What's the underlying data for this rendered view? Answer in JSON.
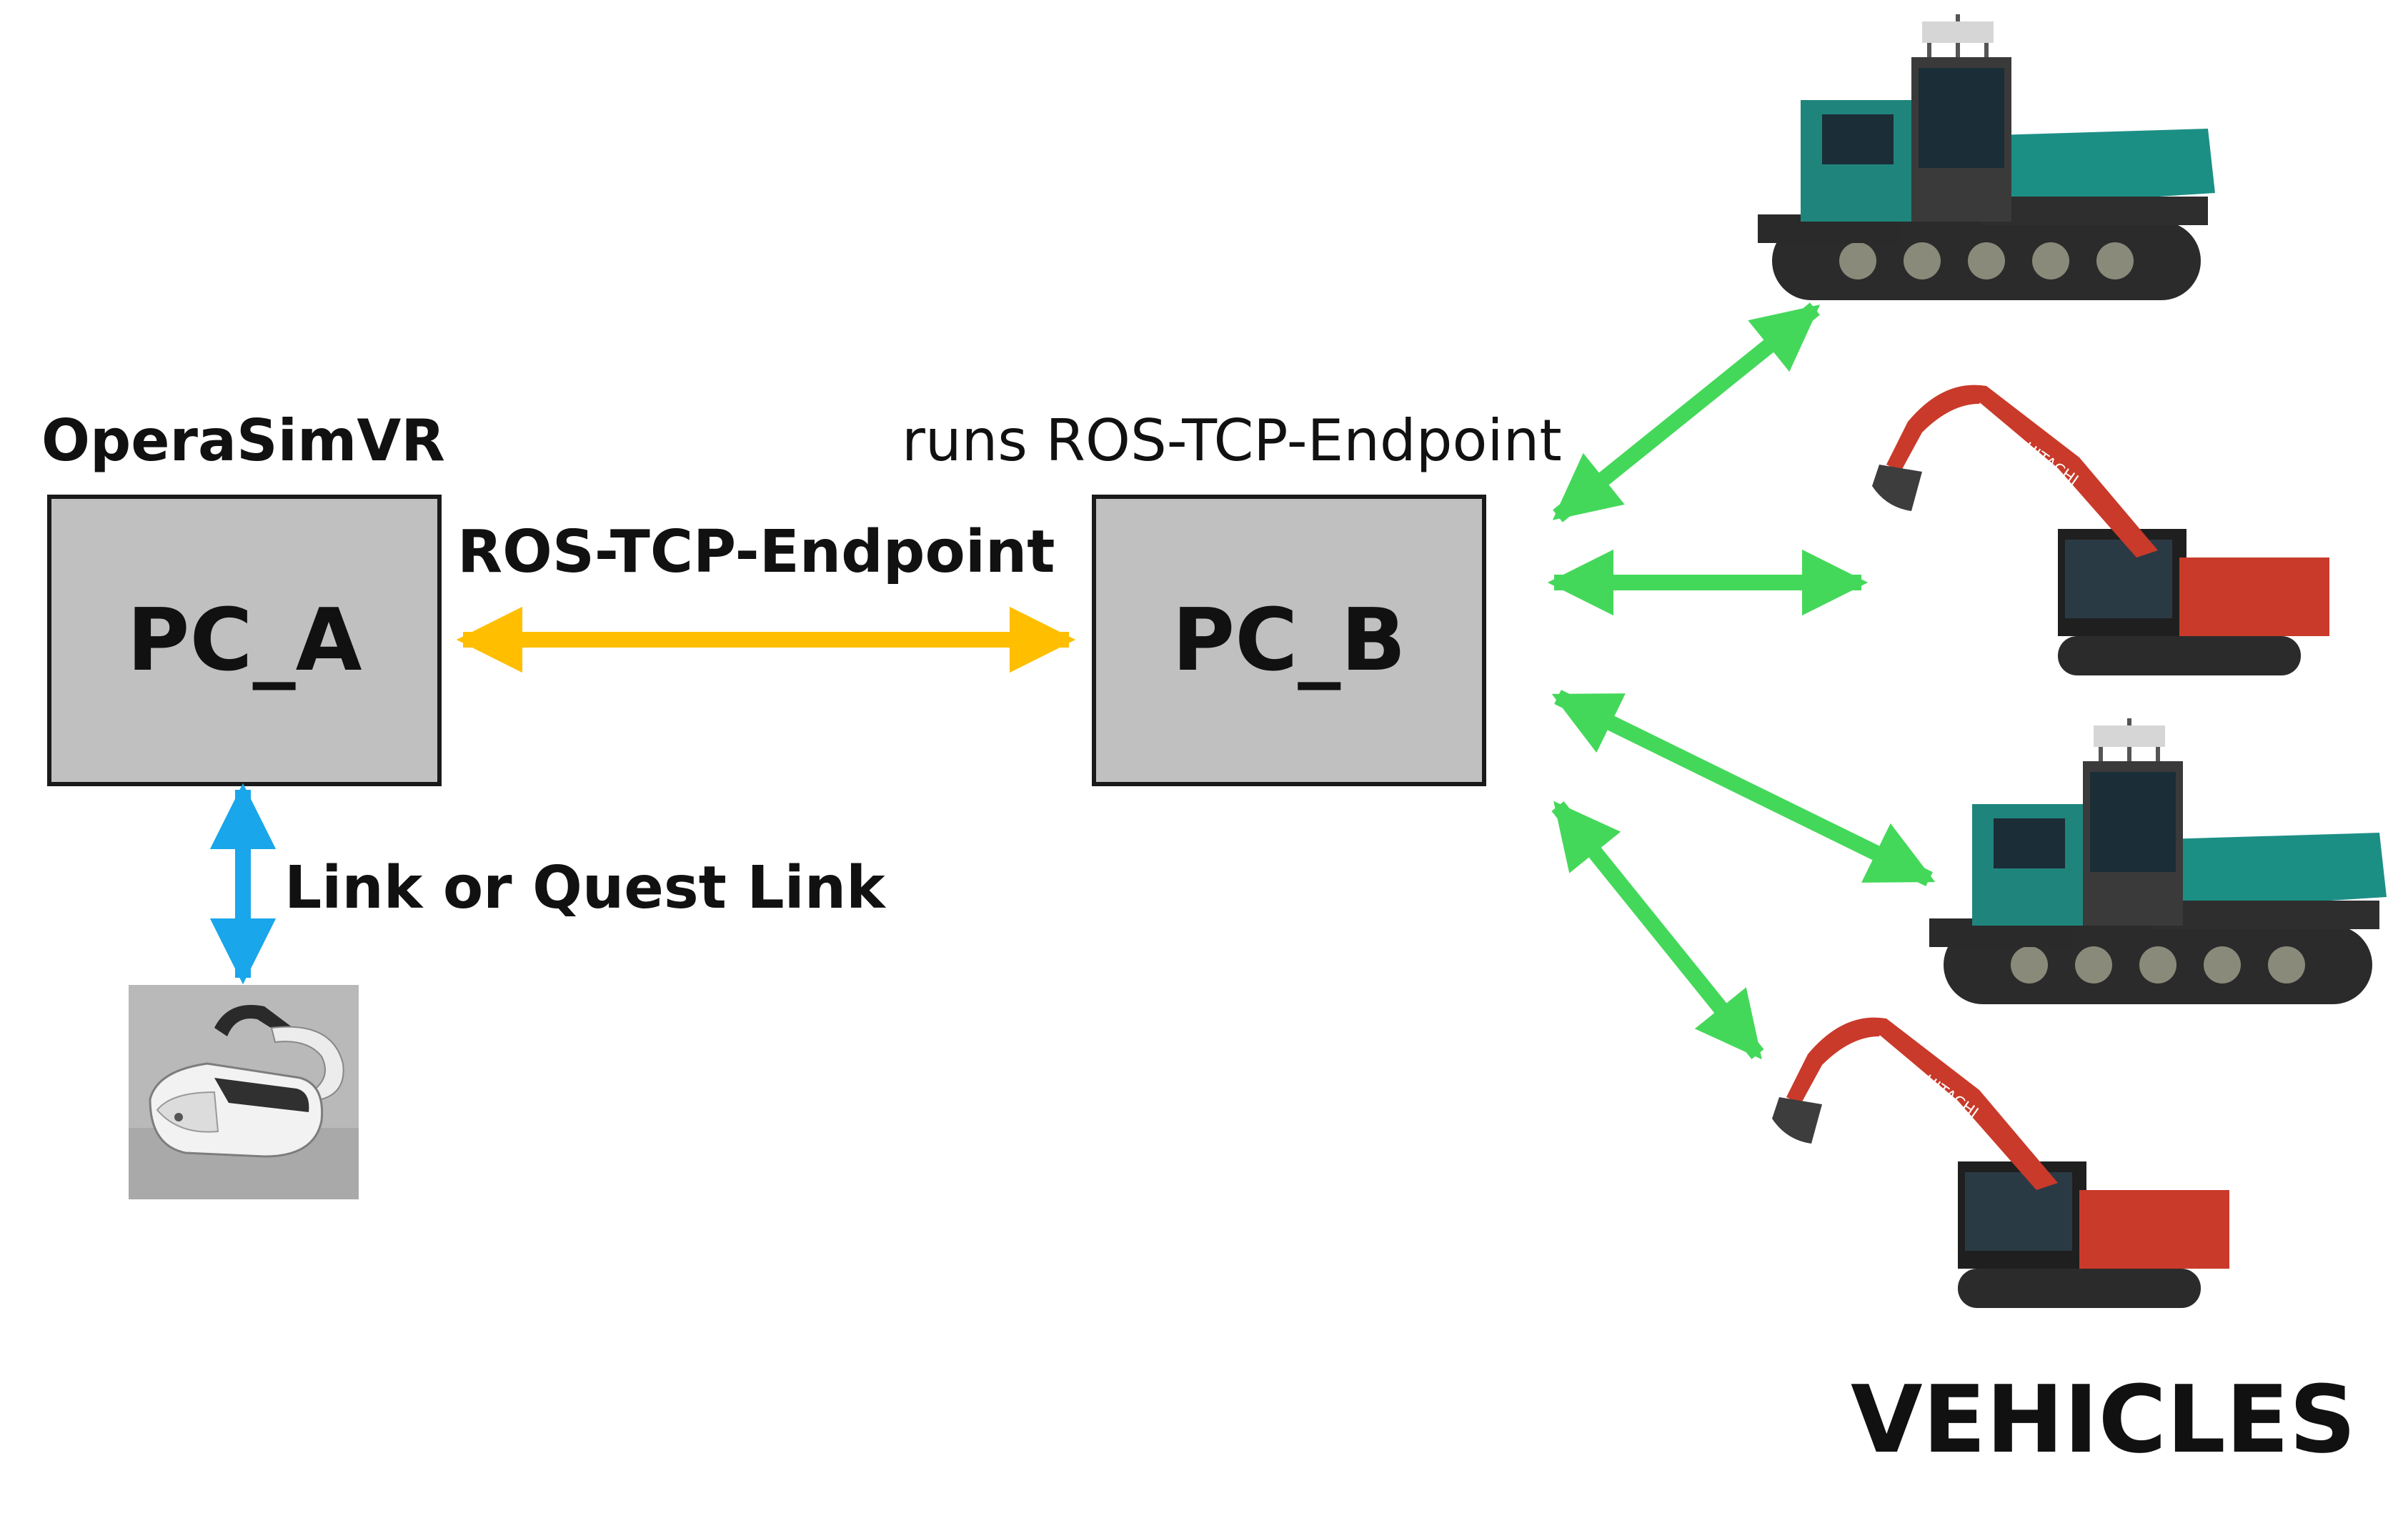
{
  "labels": {
    "app_title": "OperaSimVR",
    "pc_b_caption": "runs ROS-TCP-Endpoint",
    "ros_link": "ROS-TCP-Endpoint",
    "headset_link": "Link or Quest Link",
    "vehicles": "VEHICLES"
  },
  "nodes": {
    "pc_a": "PC_A",
    "pc_b": "PC_B"
  },
  "vehicle_list": [
    {
      "type": "crawler-dumper",
      "brand": ""
    },
    {
      "type": "excavator",
      "brand": "HITACHI"
    },
    {
      "type": "crawler-dumper",
      "brand": ""
    },
    {
      "type": "excavator",
      "brand": "HITACHI"
    }
  ],
  "colors": {
    "ros_arrow": "#ffbe00",
    "vehicle_arrow": "#44d85a",
    "headset_arrow": "#19a6ea",
    "box_fill": "#c0c0c0",
    "dumper_body": "#1c8f85",
    "excavator_body": "#c93a2a"
  },
  "icons": {
    "headset": "vr-headset-icon",
    "dumper": "crawler-dumper-icon",
    "excavator": "excavator-icon"
  }
}
